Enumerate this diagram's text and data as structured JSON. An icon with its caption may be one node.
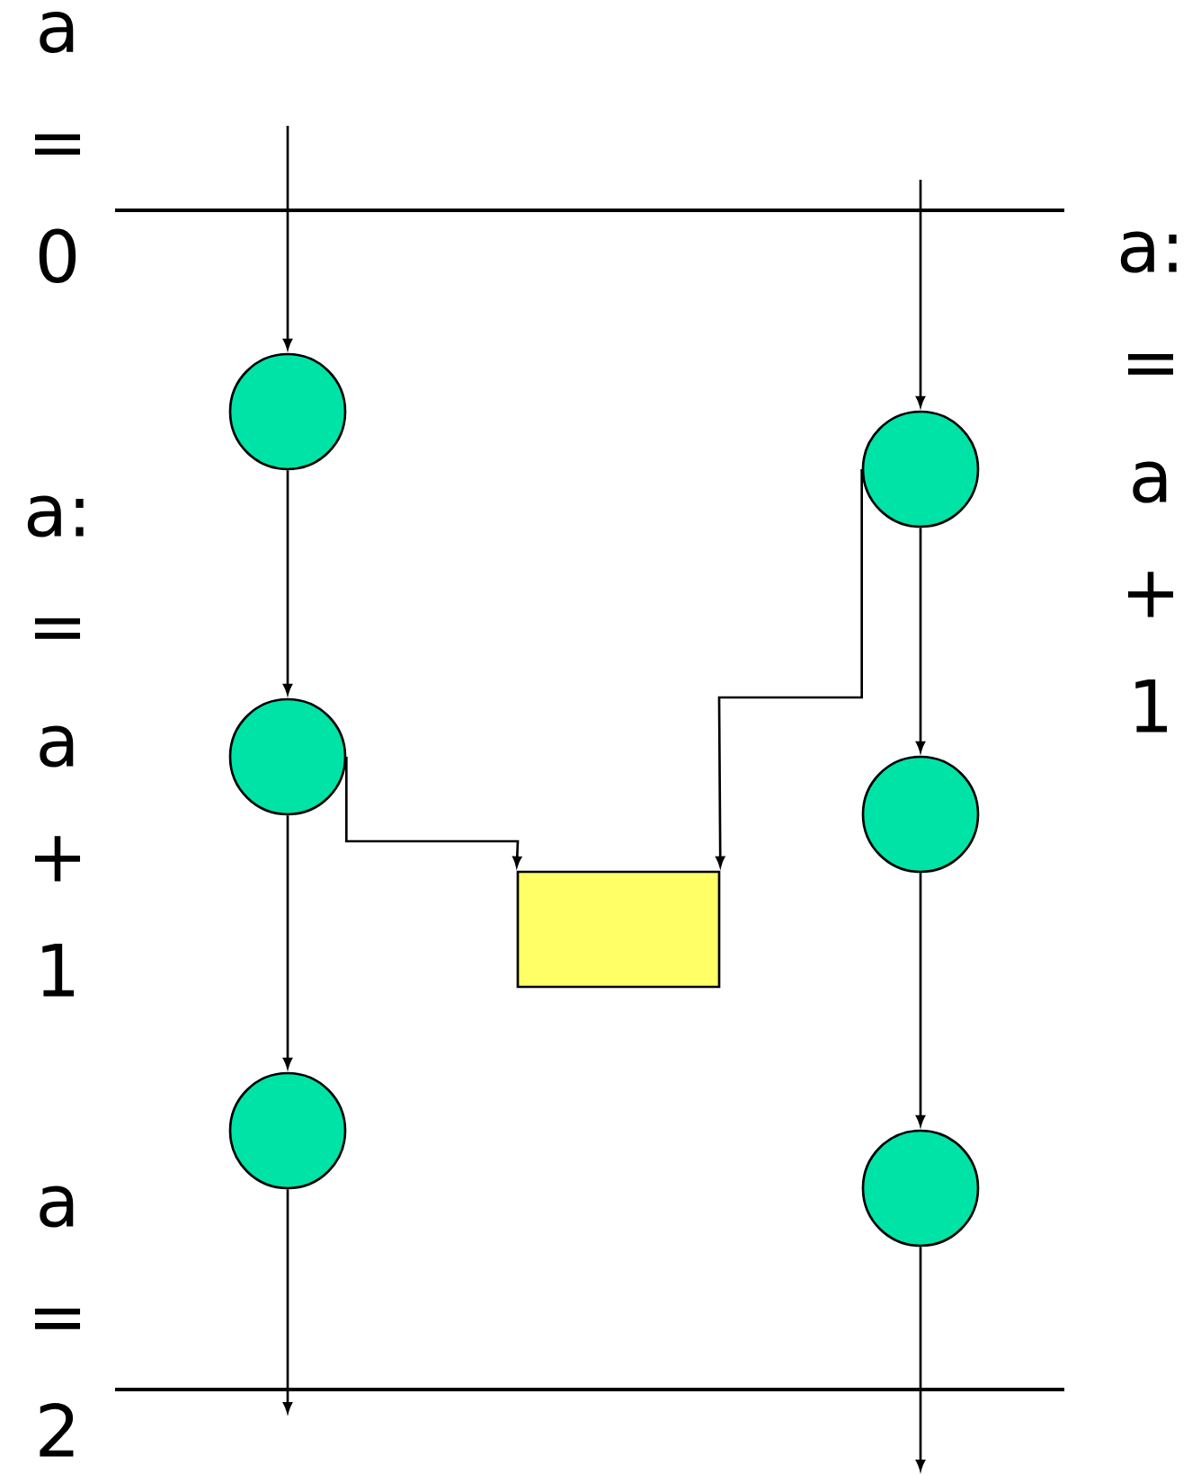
{
  "diagram": {
    "nodes": [
      {
        "text": [],
        "shape": "circle"
      },
      {
        "text": [],
        "shape": "circle"
      },
      {
        "text": [],
        "shape": "circle"
      },
      {
        "text": [],
        "shape": "circle"
      },
      {
        "text": [],
        "shape": "circle"
      },
      {
        "text": [],
        "shape": "circle"
      },
      {
        "text": [],
        "shape": "box"
      }
    ],
    "edges": [
      {
        "from": null,
        "to": 0,
        "arrow": "to"
      },
      {
        "from": 0,
        "to": 1,
        "arrow": "to"
      },
      {
        "from": 1,
        "to": 2,
        "arrow": "to"
      },
      {
        "from": 2,
        "to": null,
        "arrow": "to"
      },
      {
        "from": null,
        "to": 3,
        "arrow": "to"
      },
      {
        "from": 3,
        "to": 4,
        "arrow": "to"
      },
      {
        "from": 4,
        "to": 5,
        "arrow": "to"
      },
      {
        "from": 5,
        "to": null,
        "arrow": "to"
      },
      {
        "from": 1,
        "to": 6,
        "arrow": "to"
      },
      {
        "from": 3,
        "to": 6,
        "arrow": "to"
      }
    ],
    "labels": [
      "a = 0",
      "a: = a + 1",
      "a: = a + 1",
      "a = 2"
    ]
  }
}
